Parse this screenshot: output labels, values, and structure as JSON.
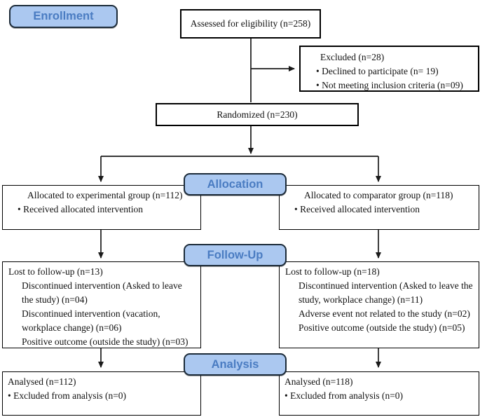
{
  "stage_labels": {
    "enrollment": "Enrollment",
    "allocation": "Allocation",
    "follow_up": "Follow-Up",
    "analysis": "Analysis"
  },
  "boxes": {
    "assessed": {
      "text": "Assessed for eligibility (n=258)"
    },
    "excluded": {
      "title": "Excluded (n=28)",
      "items": [
        "• Declined to participate (n= 19)",
        "• Not meeting inclusion criteria (n=09)"
      ]
    },
    "randomized": {
      "text": "Randomized (n=230)"
    },
    "experimental_allocation": {
      "title": "Allocated to experimental group (n=112)",
      "items": [
        "• Received allocated intervention"
      ]
    },
    "comparator_allocation": {
      "title": "Allocated to comparator group (n=118)",
      "items": [
        "• Received allocated intervention"
      ]
    },
    "experimental_followup": {
      "title": "Lost to follow-up (n=13)",
      "items": [
        "Discontinued intervention (Asked to leave the study) (n=04)",
        "Discontinued intervention (vacation, workplace change) (n=06)",
        "Positive outcome (outside the study) (n=03)"
      ]
    },
    "comparator_followup": {
      "title": "Lost to follow-up (n=18)",
      "items": [
        "Discontinued intervention (Asked to leave the study, workplace change) (n=11)",
        "Adverse event not related to the study (n=02)",
        "Positive outcome (outside the study) (n=05)"
      ]
    },
    "experimental_analysis": {
      "title": "Analysed (n=112)",
      "items": [
        "• Excluded from analysis (n=0)"
      ]
    },
    "comparator_analysis": {
      "title": "Analysed (n=118)",
      "items": [
        "• Excluded from analysis (n=0)"
      ]
    }
  },
  "colors": {
    "stage_badge_fill": "#abc8f0",
    "stage_badge_text": "#4a7cc2",
    "stage_badge_border": "#1c2b39",
    "box_border": "#000000",
    "connector": "#1a1a1a"
  }
}
